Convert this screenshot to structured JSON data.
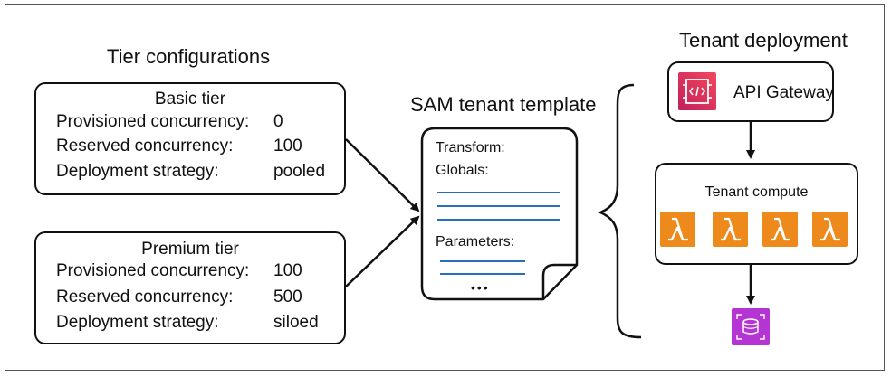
{
  "tiers_heading": "Tier configurations",
  "basic": {
    "title": "Basic tier",
    "rows": [
      {
        "label": "Provisioned concurrency:",
        "value": "0"
      },
      {
        "label": "Reserved concurrency:",
        "value": "100"
      },
      {
        "label": "Deployment strategy:",
        "value": "pooled"
      }
    ]
  },
  "premium": {
    "title": "Premium tier",
    "rows": [
      {
        "label": "Provisioned concurrency:",
        "value": "100"
      },
      {
        "label": "Reserved concurrency:",
        "value": "500"
      },
      {
        "label": "Deployment strategy:",
        "value": "siloed"
      }
    ]
  },
  "template": {
    "heading": "SAM tenant template",
    "transform": "Transform:",
    "globals": "Globals:",
    "parameters": "Parameters:",
    "ellipsis": "•••"
  },
  "deployment": {
    "heading": "Tenant deployment",
    "api_gateway": "API Gateway",
    "compute_title": "Tenant compute",
    "lambda_symbol": "λ"
  },
  "colors": {
    "api_gateway_gradient": [
      "#c21f5c",
      "#f3485d"
    ],
    "lambda": "#ee8a1c",
    "database": "#b534d4",
    "doc_lines": "#2a6fbd"
  }
}
